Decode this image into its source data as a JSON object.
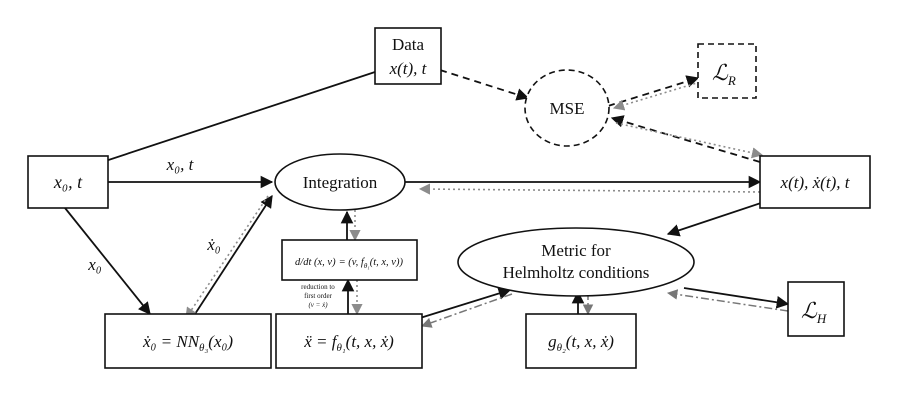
{
  "nodes": {
    "data": {
      "line1": "Data",
      "line2": "x(t), t"
    },
    "loss_r": {
      "label": "ℒ",
      "sub": "R"
    },
    "mse": {
      "label": "MSE"
    },
    "initial": {
      "label": "x₀, t"
    },
    "integration": {
      "label": "Integration"
    },
    "trajectory": {
      "label": "x(t), ẋ(t), t"
    },
    "network": {
      "label": "ẋ₀ = NN",
      "sub": "θ₃",
      "tail": "(x₀)"
    },
    "first_order": {
      "lhs": "d/dt (x, v)",
      "rhs": "= (v, f",
      "sub": "θ₁",
      "rhs_tail": "(t, x, v))"
    },
    "helmholtz": {
      "line1": "Metric for",
      "line2": "Helmholtz conditions"
    },
    "loss_h": {
      "label": "ℒ",
      "sub": "H"
    },
    "ode": {
      "label": "ẍ = f",
      "sub": "θ₁",
      "tail": "(t, x, ẋ)"
    },
    "metric_g": {
      "label": "g",
      "sub": "θ₂",
      "tail": "(t, x, ẋ)"
    }
  },
  "edge_labels": {
    "x0_t": "x₀, t",
    "x0": "x₀",
    "xdot0": "ẋ₀",
    "reduction_1": "reduction to",
    "reduction_2": "first order",
    "reduction_3": "(v = ẋ)"
  },
  "legend_styles": {
    "forward": "solid",
    "loss": "dashed",
    "gradient": "dotted-gray",
    "helmholtz_gradient": "dash-dot-gray"
  },
  "colors": {
    "ink": "#111111",
    "gradient": "#8c8c8c"
  }
}
